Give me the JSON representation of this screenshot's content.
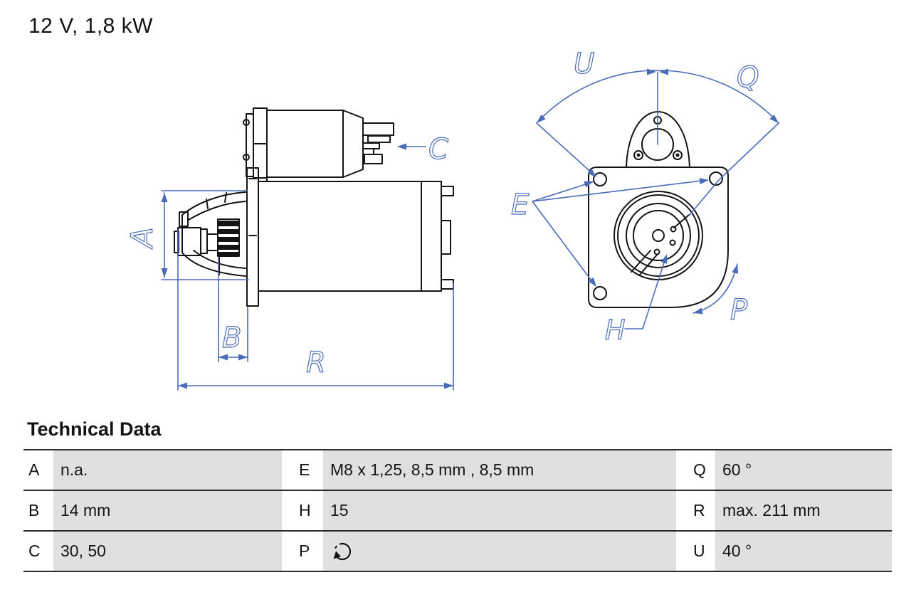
{
  "title": "12 V, 1,8 kW",
  "diagram": {
    "labels": {
      "A": "A",
      "B": "B",
      "C": "C",
      "R": "R",
      "E": "E",
      "H": "H",
      "P": "P",
      "Q": "Q",
      "U": "U"
    }
  },
  "technical_data": {
    "heading": "Technical Data",
    "rows": [
      {
        "cells": [
          {
            "key": "A",
            "value": "n.a."
          },
          {
            "key": "E",
            "value": "M8 x 1,25, 8,5 mm , 8,5 mm"
          },
          {
            "key": "Q",
            "value": "60 °"
          }
        ]
      },
      {
        "cells": [
          {
            "key": "B",
            "value": "14 mm"
          },
          {
            "key": "H",
            "value": "15"
          },
          {
            "key": "R",
            "value": "max. 211 mm"
          }
        ]
      },
      {
        "cells": [
          {
            "key": "C",
            "value": "30, 50"
          },
          {
            "key": "P",
            "value": "",
            "icon": "rotation-direction-icon"
          },
          {
            "key": "U",
            "value": "40 °"
          }
        ]
      }
    ]
  },
  "colors": {
    "dimension_blue": "#4a6cb8",
    "line_black": "#141414",
    "table_row_gray": "#e0e0e0"
  }
}
